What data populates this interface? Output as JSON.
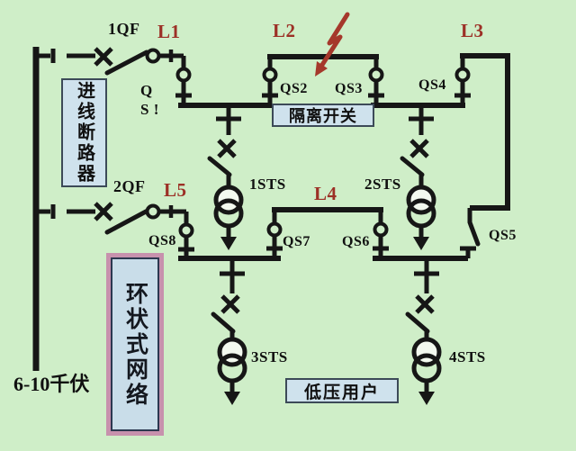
{
  "diagram": {
    "kind": "ring-network one-line electrical diagram",
    "voltage_label": "6-10千伏"
  },
  "colors": {
    "background": "#cfeec8",
    "wire": "#161616",
    "line_label_red": "#9c3026",
    "lightning_red": "#a5382b",
    "callout_fill": "#cfe2ed",
    "callout_border": "#3c4a58",
    "ring_box_outer": "#c791ad",
    "ring_box_fill": "#c9dde9",
    "transformer_fill": "#f3f9ef"
  },
  "feeders": {
    "qf1": "1QF",
    "qf2": "2QF"
  },
  "line_labels": {
    "l1": "L1",
    "l2": "L2",
    "l3": "L3",
    "l4": "L4",
    "l5": "L5"
  },
  "disconnector_labels": {
    "qs1": "Q\nS !",
    "qs2": "QS2",
    "qs3": "QS3",
    "qs4": "QS4",
    "qs5": "QS5",
    "qs6": "QS6",
    "qs7": "QS7",
    "qs8": "QS8"
  },
  "transformer_labels": {
    "t1": "1STS",
    "t2": "2STS",
    "t3": "3STS",
    "t4": "4STS"
  },
  "callouts": {
    "incoming_breaker": "进线断路器",
    "isolating_switch": "隔离开关",
    "ring_network": "环状式网络",
    "lv_users": "低压用户"
  }
}
